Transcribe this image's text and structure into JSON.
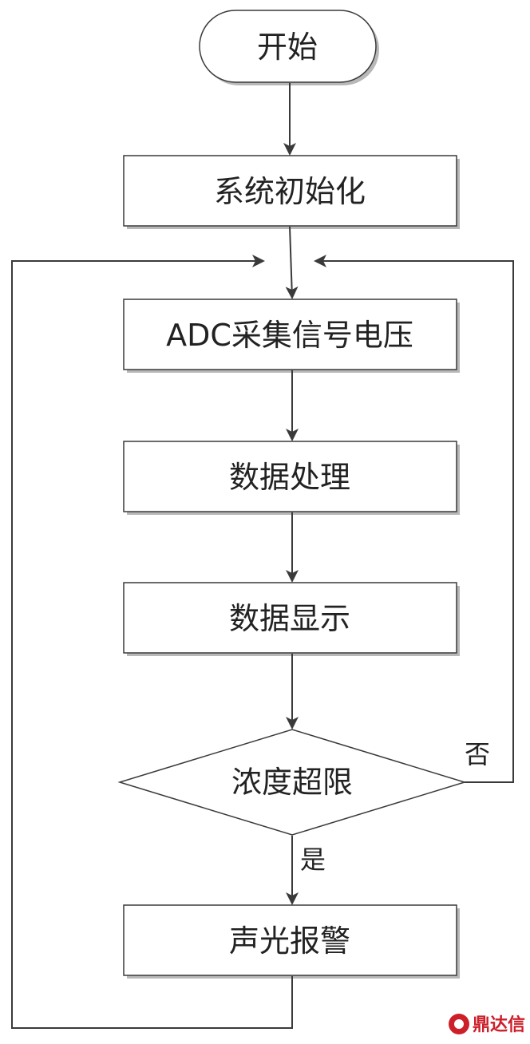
{
  "flowchart": {
    "nodes": {
      "start": "开始",
      "init": "系统初始化",
      "adc": "ADC采集信号电压",
      "process": "数据处理",
      "display": "数据显示",
      "decision": "浓度超限",
      "alarm": "声光报警"
    },
    "branches": {
      "no": "否",
      "yes": "是"
    }
  },
  "watermark": {
    "text": "鼎达信",
    "color": "#cc1f2a"
  },
  "colors": {
    "stroke": "#3a3a3a",
    "box_fill": "#ffffff",
    "shadow": "#b8b8b8"
  }
}
